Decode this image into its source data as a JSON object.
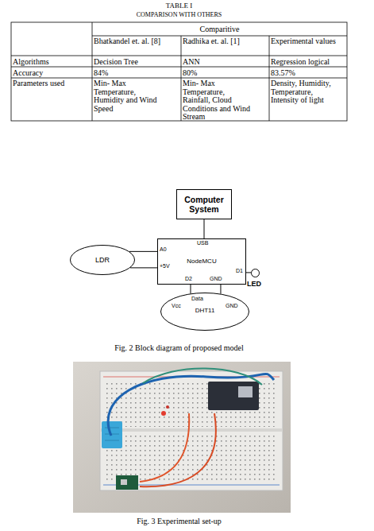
{
  "diagram": {
    "title": "TABLE I",
    "caption": "Fig. 2 Block diagram of proposed model",
    "nodes": [
      {
        "text": [
          "Computer System"
        ]
      },
      {
        "text": [
          "LDR"
        ]
      },
      {
        "text": [
          "NodeMCU"
        ]
      },
      {
        "text": [
          "LED"
        ]
      },
      {
        "text": [
          "DHT11"
        ]
      }
    ],
    "edges": [
      {
        "from": 0,
        "to": 2,
        "arrow": "none"
      },
      {
        "from": 1,
        "to": 2,
        "arrow": "none"
      },
      {
        "from": 1,
        "to": 2,
        "arrow": "none"
      },
      {
        "from": 2,
        "to": 3,
        "arrow": "none"
      },
      {
        "from": 2,
        "to": 4,
        "arrow": "none"
      },
      {
        "from": 2,
        "to": 4,
        "arrow": "none"
      }
    ],
    "labels": [
      "COMPARISON WITH OTHERS",
      "Comparitive",
      "Bhatkandel et. al. [8]",
      "Radhika et. al. [1]",
      "Experimental values",
      "Algorithms",
      "Decision Tree",
      "ANN",
      "Regression logical",
      "Accuracy",
      "84%",
      "80%",
      "83.57%",
      "Parameters used",
      "Min- Max Temperature, Humidity and Wind Speed",
      "Min- Max Temperature, Rainfall, Cloud Conditions and Wind Stream",
      "Density, Humidity, Temperature, Intensity of light",
      "USB",
      "A0",
      "+5V",
      "D1",
      "D2",
      "GND",
      "Data",
      "Vcc",
      "GND",
      "Fig. 3 Experimental set-up"
    ]
  }
}
